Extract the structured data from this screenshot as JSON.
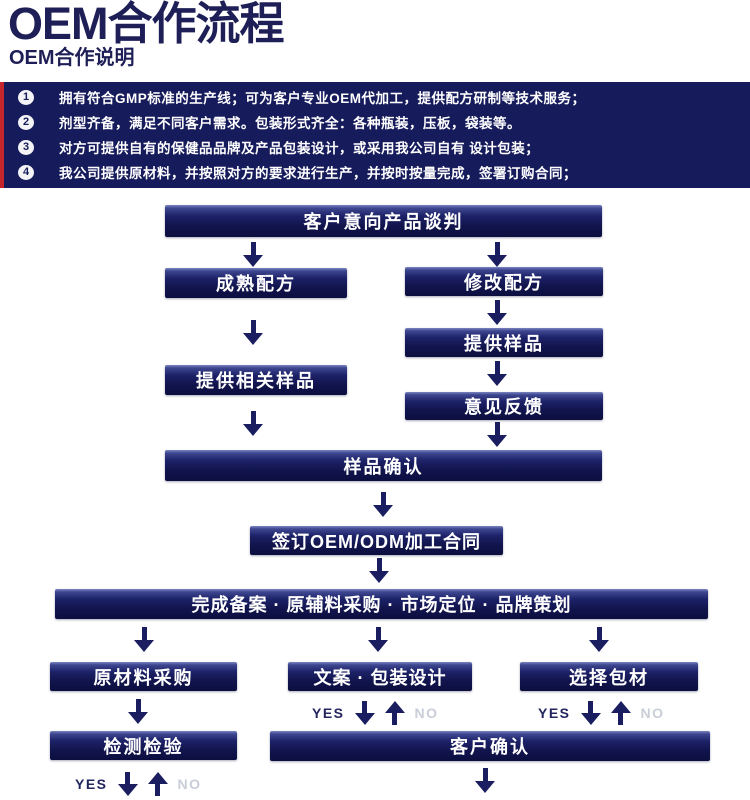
{
  "header": {
    "title": "OEM合作流程",
    "subtitle": "OEM合作说明"
  },
  "intro": {
    "items": [
      {
        "num": "1",
        "text": "拥有符合GMP标准的生产线；可为客户专业OEM代加工，提供配方研制等技术服务；"
      },
      {
        "num": "2",
        "text": "剂型齐备，满足不同客户需求。包装形式齐全：各种瓶装，压板，袋装等。"
      },
      {
        "num": "3",
        "text": "对方可提供自有的保健品品牌及产品包装设计，或采用我公司自有 设计包装；"
      },
      {
        "num": "4",
        "text": "我公司提供原材料，并按照对方的要求进行生产，并按时按量完成，签署订购合同；"
      }
    ]
  },
  "flow": {
    "nodes": {
      "negotiation": "客户意向产品谈判",
      "mature_formula": "成熟配方",
      "modify_formula": "修改配方",
      "provide_samples": "提供样品",
      "provide_related_samples": "提供相关样品",
      "feedback": "意见反馈",
      "sample_confirm": "样品确认",
      "sign_contract": "签订OEM/ODM加工合同",
      "filing": "完成备案 · 原辅料采购 · 市场定位 · 品牌策划",
      "raw_material": "原材料采购",
      "copy_packaging": "文案 · 包装设计",
      "select_packaging": "选择包材",
      "inspection": "检测检验",
      "customer_confirm": "客户确认"
    },
    "labels": {
      "yes": "YES",
      "no": "NO"
    }
  },
  "colors": {
    "brand_navy": "#161b5c",
    "box_dark": "#12154e",
    "accent_red": "#c4262b",
    "no_gray": "#c9cdd8",
    "text_white": "#ffffff"
  }
}
